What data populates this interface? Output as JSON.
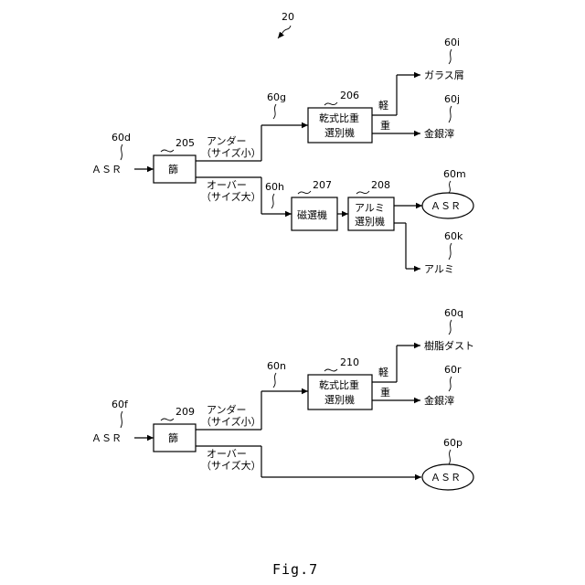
{
  "figure_ref": "20",
  "caption": "Fig.7",
  "top": {
    "input_ref": "60d",
    "input_label": "ＡＳＲ",
    "sieve": {
      "ref": "205",
      "label": "篩"
    },
    "under_label_1": "アンダー",
    "under_label_2": "（サイズ小）",
    "over_label_1": "オーバー",
    "over_label_2": "（サイズ大）",
    "under_ref": "60g",
    "over_ref": "60h",
    "dry": {
      "ref": "206",
      "line1": "乾式比重",
      "line2": "選別機"
    },
    "light_label": "軽",
    "heavy_label": "重",
    "out_light_ref": "60i",
    "out_light_label": "ガラス屑",
    "out_heavy_ref": "60j",
    "out_heavy_label": "金銀滓",
    "magnet": {
      "ref": "207",
      "label": "磁選機"
    },
    "alu_sep": {
      "ref": "208",
      "line1": "アルミ",
      "line2": "選別機"
    },
    "out_asr_ref": "60m",
    "out_asr_label": "ＡＳＲ",
    "out_alu_ref": "60k",
    "out_alu_label": "アルミ"
  },
  "bottom": {
    "input_ref": "60f",
    "input_label": "ＡＳＲ",
    "sieve": {
      "ref": "209",
      "label": "篩"
    },
    "under_label_1": "アンダー",
    "under_label_2": "（サイズ小）",
    "over_label_1": "オーバー",
    "over_label_2": "（サイズ大）",
    "under_ref": "60n",
    "dry": {
      "ref": "210",
      "line1": "乾式比重",
      "line2": "選別機"
    },
    "light_label": "軽",
    "heavy_label": "重",
    "out_light_ref": "60q",
    "out_light_label": "樹脂ダスト",
    "out_heavy_ref": "60r",
    "out_heavy_label": "金銀滓",
    "out_asr_ref": "60p",
    "out_asr_label": "ＡＳＲ"
  }
}
